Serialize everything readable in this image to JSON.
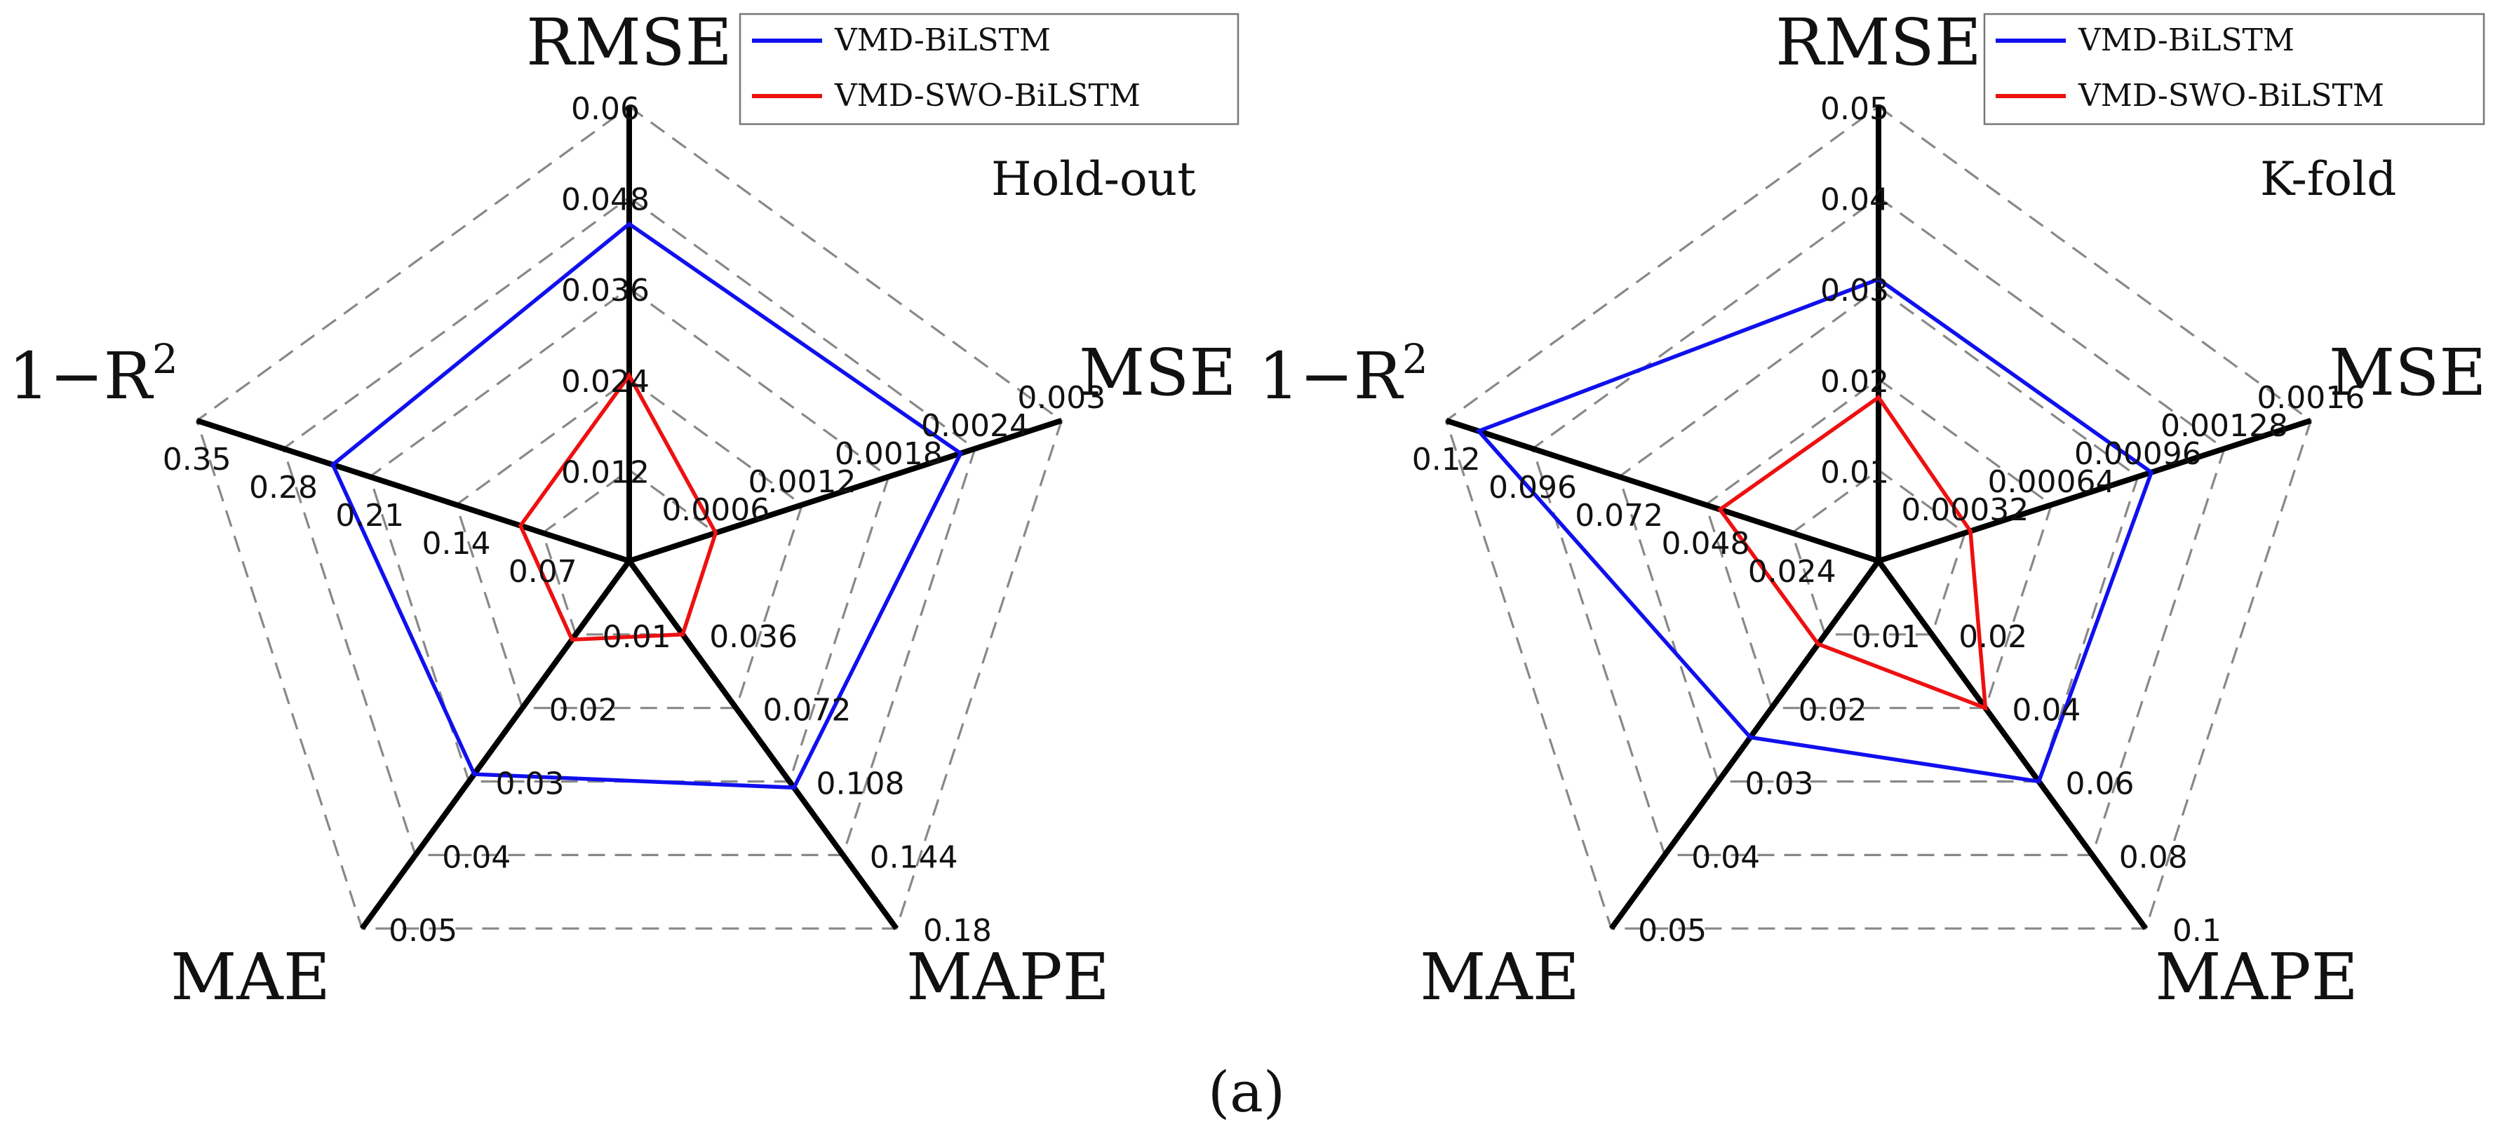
{
  "caption": "(a)",
  "colors": {
    "series_1": "#1010ee",
    "series_2": "#ee1010",
    "axis": "#000000",
    "grid": "#888888"
  },
  "chart_data": [
    {
      "type": "radar",
      "annotation": "Hold-out",
      "axes": [
        {
          "label": "RMSE",
          "max": 0.06,
          "ticks": [
            "0.012",
            "0.024",
            "0.036",
            "0.048",
            "0.06"
          ]
        },
        {
          "label": "MSE",
          "max": 0.003,
          "ticks": [
            "0.0006",
            "0.0012",
            "0.0018",
            "0.0024",
            "0.003"
          ]
        },
        {
          "label": "MAPE",
          "max": 0.18,
          "ticks": [
            "0.036",
            "0.072",
            "0.108",
            "0.144",
            "0.18"
          ]
        },
        {
          "label": "MAE",
          "max": 0.05,
          "ticks": [
            "0.01",
            "0.02",
            "0.03",
            "0.04",
            "0.05"
          ]
        },
        {
          "label": "1−R",
          "superscript": "2",
          "max": 0.35,
          "ticks": [
            "0.07",
            "0.14",
            "0.21",
            "0.28",
            "0.35"
          ]
        }
      ],
      "series": [
        {
          "name": "VMD-BiLSTM",
          "values": [
            0.0445,
            0.0023,
            0.111,
            0.029,
            0.24
          ]
        },
        {
          "name": "VMD-SWO-BiLSTM",
          "values": [
            0.0245,
            0.0006,
            0.036,
            0.0107,
            0.088
          ]
        }
      ],
      "legend": "top-right",
      "grid": true
    },
    {
      "type": "radar",
      "annotation": "K-fold",
      "axes": [
        {
          "label": "RMSE",
          "max": 0.05,
          "ticks": [
            "0.01",
            "0.02",
            "0.03",
            "0.04",
            "0.05"
          ]
        },
        {
          "label": "MSE",
          "max": 0.0016,
          "ticks": [
            "0.00032",
            "0.00064",
            "0.00096",
            "0.00128",
            "0.0016"
          ]
        },
        {
          "label": "MAPE",
          "max": 0.1,
          "ticks": [
            "0.02",
            "0.04",
            "0.06",
            "0.08",
            "0.1"
          ]
        },
        {
          "label": "MAE",
          "max": 0.05,
          "ticks": [
            "0.01",
            "0.02",
            "0.03",
            "0.04",
            "0.05"
          ]
        },
        {
          "label": "1−R",
          "superscript": "2",
          "max": 0.12,
          "ticks": [
            "0.024",
            "0.048",
            "0.072",
            "0.096",
            "0.12"
          ]
        }
      ],
      "series": [
        {
          "name": "VMD-BiLSTM",
          "values": [
            0.031,
            0.00101,
            0.06,
            0.024,
            0.111
          ]
        },
        {
          "name": "VMD-SWO-BiLSTM",
          "values": [
            0.018,
            0.00034,
            0.04,
            0.0113,
            0.044
          ]
        }
      ],
      "legend": "top-right",
      "grid": true
    }
  ]
}
